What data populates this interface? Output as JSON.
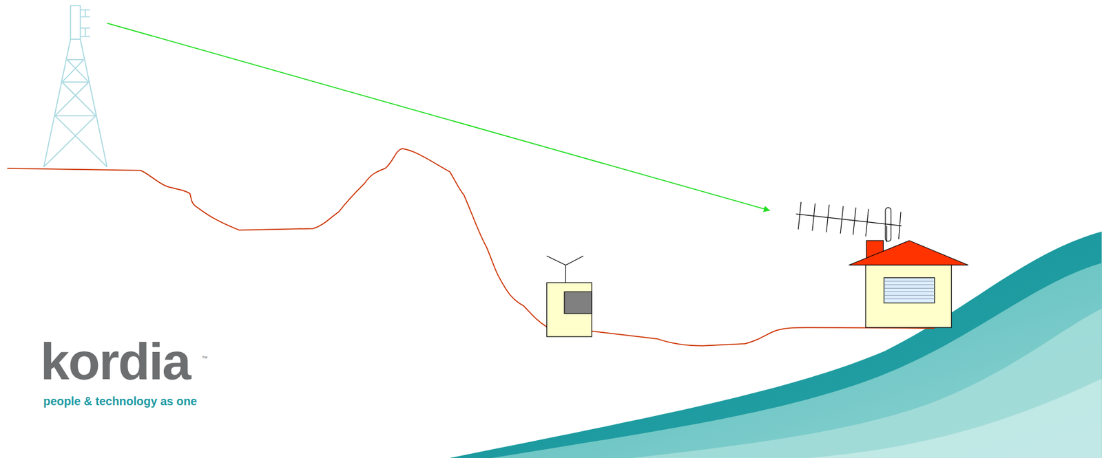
{
  "diagram": {
    "labels": [
      "kordia",
      "™",
      "people & technology as one"
    ]
  }
}
